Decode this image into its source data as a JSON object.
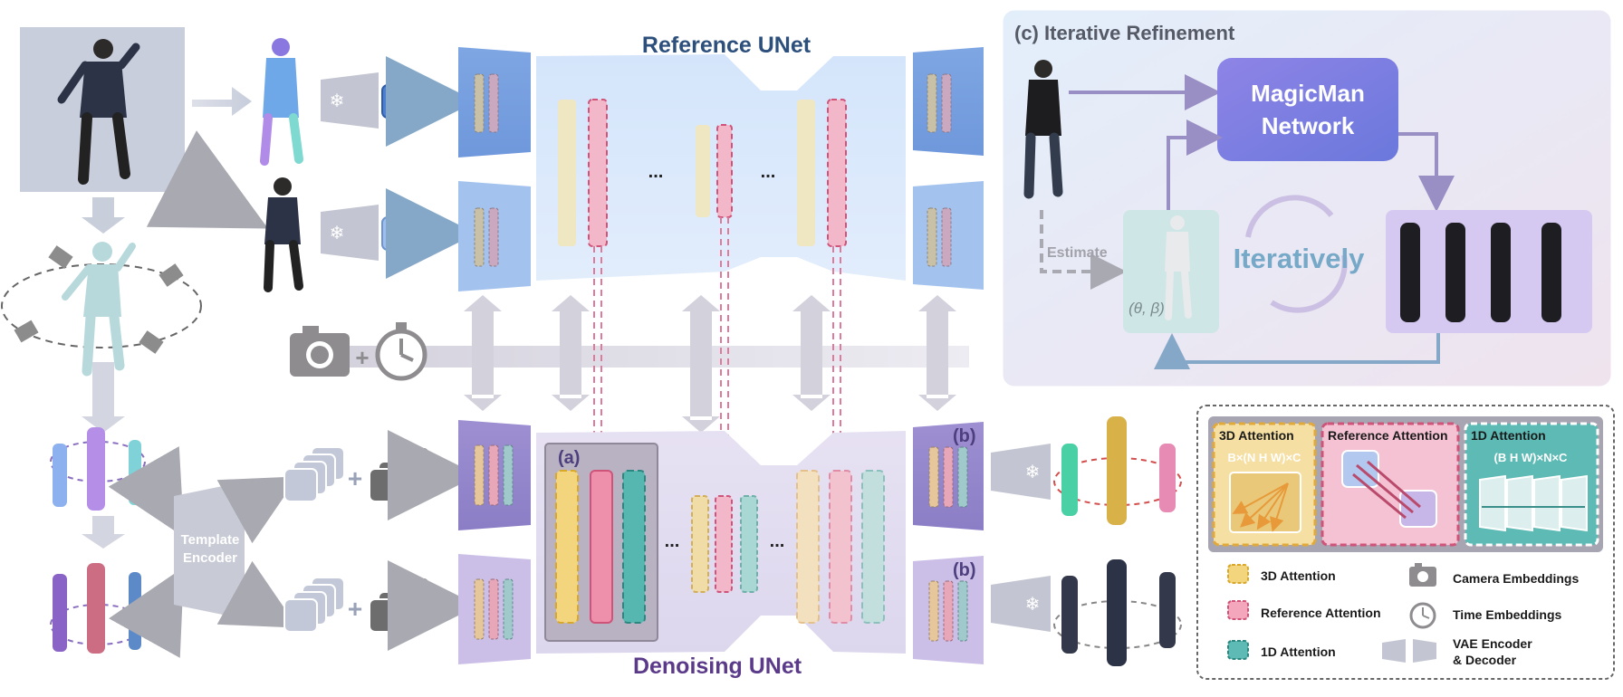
{
  "reference_unet": {
    "title": "Reference UNet"
  },
  "denoising_unet": {
    "title": "Denoising UNet"
  },
  "ellipsis": "...",
  "template_encoder": {
    "line1": "Template",
    "line2": "Encoder"
  },
  "markers": {
    "a": "(a)",
    "b": "(b)"
  },
  "refinement": {
    "title": "(c) Iterative Refinement",
    "network_line1": "MagicMan",
    "network_line2": "Network",
    "estimate": "Estimate",
    "params": "(θ, β)",
    "iteratively": "Iteratively"
  },
  "attention_panel": {
    "attn3d": {
      "title": "3D Attention",
      "shape": "B×(N H W)×C"
    },
    "ref": {
      "title": "Reference Attention"
    },
    "attn1d": {
      "title": "1D Attention",
      "shape": "(B H W)×N×C"
    }
  },
  "legend": {
    "attn3d": "3D Attention",
    "ref": "Reference Attention",
    "attn1d": "1D Attention",
    "camera": "Camera Embeddings",
    "time": "Time Embeddings",
    "vae_line1": "VAE Encoder",
    "vae_line2": "& Decoder"
  },
  "colors": {
    "reference_block": "#f2b7c9",
    "attn3d_block": "#f3d57e",
    "attn1d_block": "#8fd0cc",
    "ref_bg": "#d9e8fb",
    "den_bg": "#e4def2",
    "title_blue": "#2c4f7c",
    "title_purple": "#5b3a8a"
  },
  "icons": [
    "camera-icon",
    "stopwatch-icon",
    "snowflake-icon",
    "human-figure-icon",
    "smpl-mesh-icon",
    "refresh-cycle-icon"
  ]
}
